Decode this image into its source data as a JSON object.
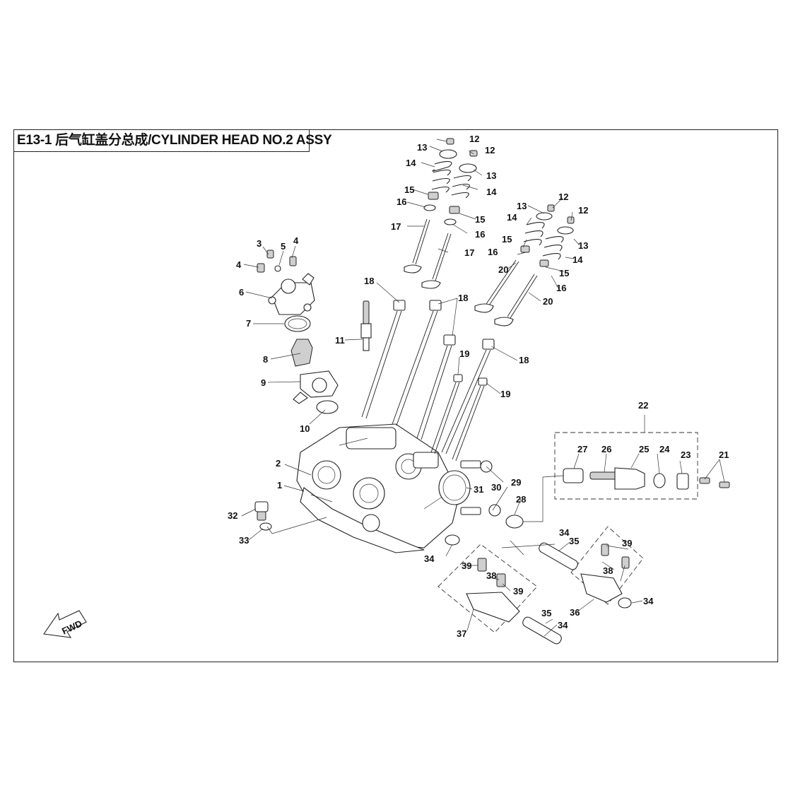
{
  "title": "E13-1 后气缸盖分总成/CYLINDER HEAD NO.2 ASSY",
  "fwd_label": "FWD",
  "labels": {
    "l1": "1",
    "l2": "2",
    "l3": "3",
    "l4a": "4",
    "l4b": "4",
    "l5": "5",
    "l6": "6",
    "l7": "7",
    "l8": "8",
    "l9": "9",
    "l10": "10",
    "l11": "11",
    "l12a": "12",
    "l12b": "12",
    "l12c": "12",
    "l12d": "12",
    "l13a": "13",
    "l13b": "13",
    "l13c": "13",
    "l13d": "13",
    "l14a": "14",
    "l14b": "14",
    "l14c": "14",
    "l14d": "14",
    "l15a": "15",
    "l15b": "15",
    "l15c": "15",
    "l15d": "15",
    "l16a": "16",
    "l16b": "16",
    "l16c": "16",
    "l16d": "16",
    "l17a": "17",
    "l17b": "17",
    "l18a": "18",
    "l18b": "18",
    "l18c": "18",
    "l19a": "19",
    "l19b": "19",
    "l20a": "20",
    "l20b": "20",
    "l21": "21",
    "l22": "22",
    "l23": "23",
    "l24": "24",
    "l25": "25",
    "l26": "26",
    "l27": "27",
    "l28": "28",
    "l29": "29",
    "l30": "30",
    "l31": "31",
    "l32": "32",
    "l33": "33",
    "l34a": "34",
    "l34b": "34",
    "l34c": "34",
    "l34d": "34",
    "l35a": "35",
    "l35b": "35",
    "l36": "36",
    "l37": "37",
    "l38a": "38",
    "l38b": "38",
    "l39a": "39",
    "l39b": "39",
    "l39c": "39"
  }
}
